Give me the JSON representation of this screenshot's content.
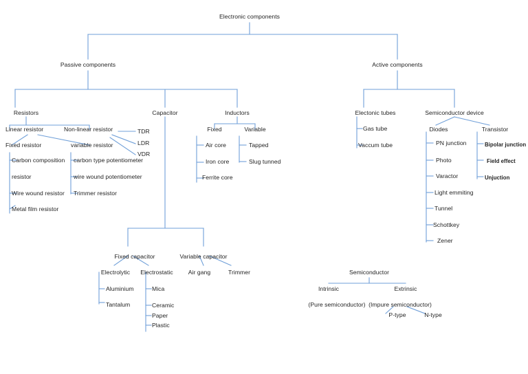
{
  "diagram": {
    "title": "Electronic components",
    "type": "tree-hierarchy",
    "line_color": "#6f9fd8",
    "text_color": "#1f1f1f",
    "background": "#ffffff"
  },
  "nodes": {
    "root": "Electronic components",
    "passive": "Passive components",
    "active": "Active components",
    "resistors": "Resistors",
    "capacitor": "Capacitor",
    "inductors": "Inductors",
    "electronic_tubes": "Electonic tubes",
    "semiconductor_device": "Semiconductor device",
    "linear_resistor": "Linear resistor",
    "non_linear_resistor": "Non-linear resistor",
    "tdr": "TDR",
    "ldr": "LDR",
    "vdr": "VDR",
    "fixed_resistor": "Fixed resistor",
    "variable_resistor": "variable resistor",
    "carbon_composition_1": "Carbon composition",
    "carbon_composition_2": "resistor",
    "wire_wound_resistor": "Wire wound resistor",
    "metal_film_resistor": "Metal film resistor",
    "carbon_type_potentiometer": "carbon type potentiometer",
    "wire_wound_potentiometer": "wire wound potentiometer",
    "trimmer_resistor": "Trimmer resistor",
    "ind_fixed": "Fixed",
    "ind_variable": "Variable",
    "air_core": "Air core",
    "iron_core": "Iron core",
    "ferrite_core": "Ferrite core",
    "tapped": "Tapped",
    "slug_tunned": "Slug tunned",
    "gas_tube": "Gas  tube",
    "vaccum_tube": "Vaccum tube",
    "diodes": "Diodes",
    "transistor": "Transistor",
    "pn_junction": "PN junction",
    "photo": "Photo",
    "varactor": "Varactor",
    "light_emmiting": "Light emmiting",
    "tunnel": "Tunnel",
    "schottkey": "Schottkey",
    "zener": "Zener",
    "bipolar_junction": "Bipolar junction",
    "field_effect": "Field effect",
    "unjuction": "Unjuction",
    "fixed_capacitor": "Fixed capacitor",
    "variable_capacitor": "Variable capacitor",
    "electrolytic": "Electrolytic",
    "electrostatic": "Electrostatic",
    "air_gang": "Air gang",
    "trimmer": "Trimmer",
    "aluminium": "Aluminium",
    "tantalum": "Tantalum",
    "mica": "Mica",
    "ceramic": "Ceramic",
    "paper": "Paper",
    "plastic": "Plastic",
    "semiconductor": "Semiconductor",
    "intrinsic": "Intrinsic",
    "extrinsic": "Extrinsic",
    "pure_semiconductor": "(Pure semiconductor)",
    "impure_semiconductor": "(Impure semiconductor)",
    "p_type": "P-type",
    "n_type": "N-type"
  }
}
